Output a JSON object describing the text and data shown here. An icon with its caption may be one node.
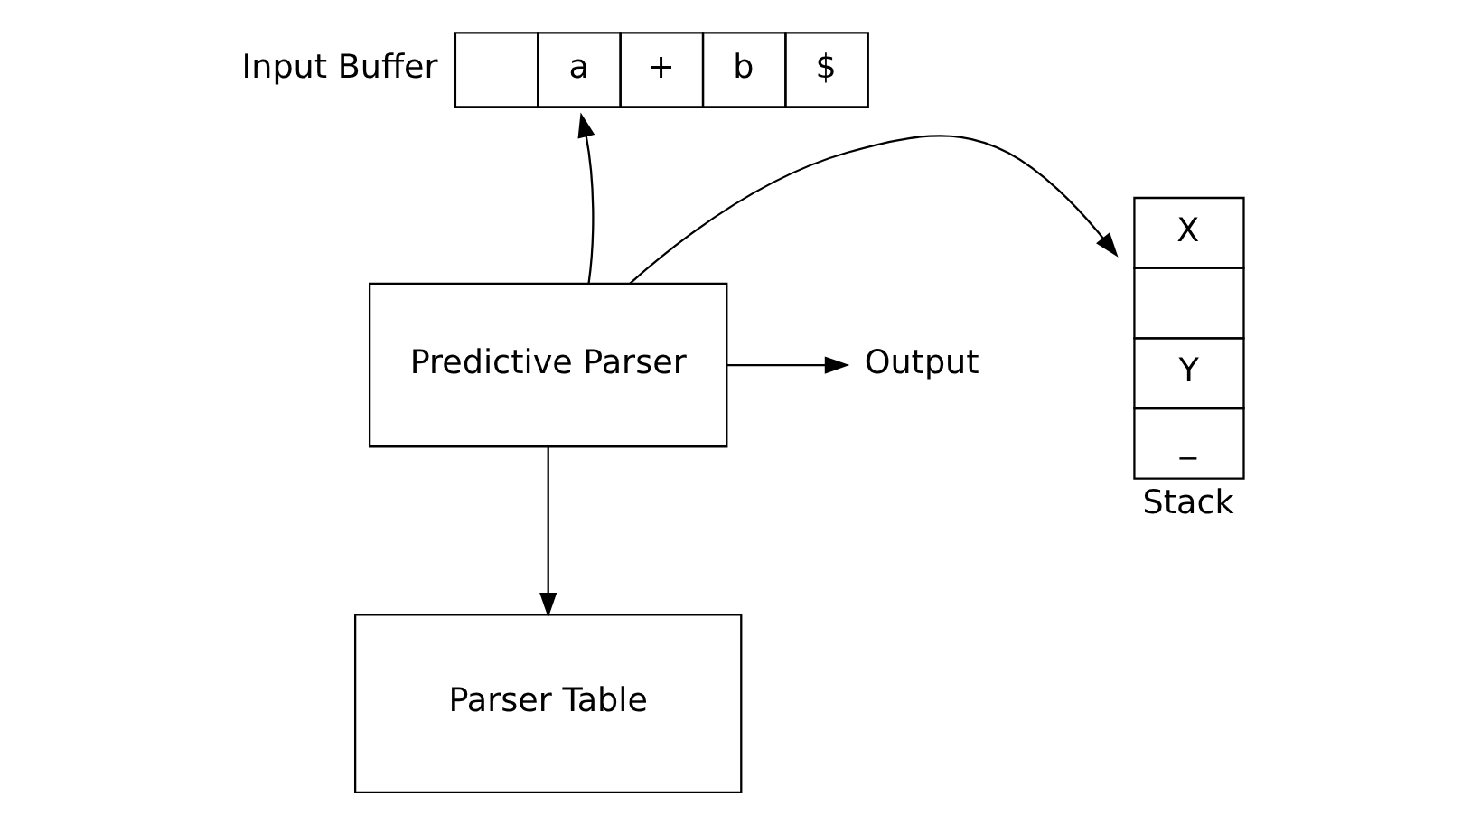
{
  "diagram": {
    "nodes": [
      {
        "text": [
          "a",
          "+",
          "b",
          "$"
        ],
        "beside": [
          "Input Buffer"
        ]
      },
      {
        "text": [
          "X",
          "Y",
          "_"
        ],
        "beside": [
          "Stack"
        ]
      },
      {
        "text": [
          "Predictive Parser"
        ]
      },
      {
        "text": [
          "Output"
        ]
      },
      {
        "text": [
          "Parser Table"
        ]
      }
    ],
    "edges": [
      {
        "from": 2,
        "to": 0,
        "arrow": "to"
      },
      {
        "from": 2,
        "to": 1,
        "arrow": "to"
      },
      {
        "from": 2,
        "to": 3,
        "arrow": "to"
      },
      {
        "from": 2,
        "to": 4,
        "arrow": "to"
      }
    ]
  }
}
